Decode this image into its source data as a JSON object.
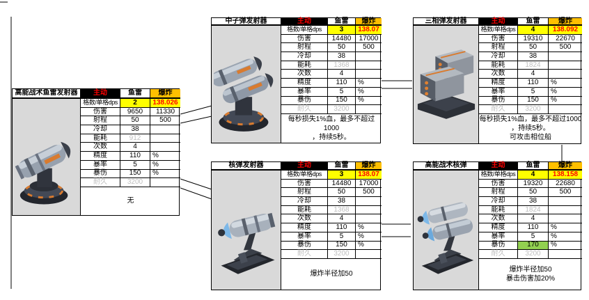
{
  "colors": {
    "active_text": "#FF0000",
    "active_bg": "#000000",
    "explosion_header_bg": "#FFC000",
    "dps_cell_bg": "#FFFF00",
    "crit_cell_bg": "#92D050",
    "muted_text": "#BFBFBF",
    "image_cell_bg": "#D9D9D9"
  },
  "header_labels": {
    "active": "主动",
    "torpedo": "鱼雷",
    "explosion": "爆炸"
  },
  "tables": [
    {
      "id": "high-energy-tactical-torpedo-launcher",
      "title": "高能战术鱼雷发射器",
      "image": "single-torpedo-turret",
      "rows": [
        {
          "label": "格数/单格dps",
          "v1": "2",
          "v2": "138.026",
          "hl": "dps"
        },
        {
          "label": "伤害",
          "v1": "9650",
          "v2": "11330"
        },
        {
          "label": "射程",
          "v1": "50",
          "v2": "500"
        },
        {
          "label": "冷却",
          "v1": "38",
          "v2": ""
        },
        {
          "label": "能耗",
          "v1": "912",
          "v2": "",
          "hl": "muted-value"
        },
        {
          "label": "次数",
          "v1": "4",
          "v2": ""
        },
        {
          "label": "精度",
          "v1": "110",
          "v2": "%"
        },
        {
          "label": "暴率",
          "v1": "5",
          "v2": "%"
        },
        {
          "label": "暴伤",
          "v1": "150",
          "v2": "%"
        },
        {
          "label": "耐久",
          "v1": "3200",
          "v2": "",
          "hl": "muted-row"
        }
      ],
      "note_lines": [
        "无"
      ]
    },
    {
      "id": "neutron-bomb-launcher",
      "title": "中子弹发射器",
      "image": "double-torpedo-turret",
      "rows": [
        {
          "label": "格数/单格dps",
          "v1": "3",
          "v2": "138.07",
          "hl": "dps"
        },
        {
          "label": "伤害",
          "v1": "14480",
          "v2": "17000"
        },
        {
          "label": "射程",
          "v1": "50",
          "v2": "500"
        },
        {
          "label": "冷却",
          "v1": "38",
          "v2": ""
        },
        {
          "label": "能耗",
          "v1": "1368",
          "v2": "",
          "hl": "muted-value"
        },
        {
          "label": "次数",
          "v1": "4",
          "v2": ""
        },
        {
          "label": "精度",
          "v1": "110",
          "v2": "%"
        },
        {
          "label": "暴率",
          "v1": "5",
          "v2": "%"
        },
        {
          "label": "暴伤",
          "v1": "150",
          "v2": "%"
        },
        {
          "label": "耐久",
          "v1": "3200",
          "v2": "",
          "hl": "muted-row"
        }
      ],
      "note_lines": [
        "每秒损失1%血，最多不超过1000",
        "，持续5秒。"
      ]
    },
    {
      "id": "three-phase-bomb-launcher",
      "title": "三相弹发射器",
      "image": "crate-launcher",
      "rows": [
        {
          "label": "格数/单格dps",
          "v1": "4",
          "v2": "138.092",
          "hl": "dps"
        },
        {
          "label": "伤害",
          "v1": "19310",
          "v2": "22670"
        },
        {
          "label": "射程",
          "v1": "50",
          "v2": "500"
        },
        {
          "label": "冷却",
          "v1": "38",
          "v2": ""
        },
        {
          "label": "能耗",
          "v1": "1824",
          "v2": "",
          "hl": "muted-value"
        },
        {
          "label": "次数",
          "v1": "4",
          "v2": ""
        },
        {
          "label": "精度",
          "v1": "110",
          "v2": "%"
        },
        {
          "label": "暴率",
          "v1": "5",
          "v2": "%"
        },
        {
          "label": "暴伤",
          "v1": "150",
          "v2": "%"
        },
        {
          "label": "耐久",
          "v1": "3200",
          "v2": "",
          "hl": "muted-row"
        }
      ],
      "note_lines": [
        "每秒损失1%血，最多不超过1000",
        "，持续5秒。",
        "可攻击相位船"
      ]
    },
    {
      "id": "nuclear-bomb-launcher",
      "title": "核弹发射器",
      "image": "single-missile-rack",
      "rows": [
        {
          "label": "格数/单格dps",
          "v1": "3",
          "v2": "138.07",
          "hl": "dps"
        },
        {
          "label": "伤害",
          "v1": "14480",
          "v2": "17000"
        },
        {
          "label": "射程",
          "v1": "50",
          "v2": "500"
        },
        {
          "label": "冷却",
          "v1": "38",
          "v2": ""
        },
        {
          "label": "能耗",
          "v1": "1368",
          "v2": "",
          "hl": "muted-value"
        },
        {
          "label": "次数",
          "v1": "4",
          "v2": ""
        },
        {
          "label": "精度",
          "v1": "110",
          "v2": "%"
        },
        {
          "label": "暴率",
          "v1": "5",
          "v2": "%"
        },
        {
          "label": "暴伤",
          "v1": "150",
          "v2": "%"
        },
        {
          "label": "耐久",
          "v1": "3200",
          "v2": "",
          "hl": "muted-row"
        }
      ],
      "note_lines": [
        "爆炸半径加50"
      ]
    },
    {
      "id": "high-energy-tactical-nuke",
      "title": "高能战术核弹",
      "image": "double-missile-rack",
      "rows": [
        {
          "label": "格数/单格dps",
          "v1": "4",
          "v2": "138.158",
          "hl": "dps"
        },
        {
          "label": "伤害",
          "v1": "19320",
          "v2": "22680"
        },
        {
          "label": "射程",
          "v1": "50",
          "v2": "500"
        },
        {
          "label": "冷却",
          "v1": "38",
          "v2": ""
        },
        {
          "label": "能耗",
          "v1": "1824",
          "v2": "",
          "hl": "muted-value"
        },
        {
          "label": "次数",
          "v1": "4",
          "v2": ""
        },
        {
          "label": "精度",
          "v1": "110",
          "v2": "%"
        },
        {
          "label": "暴率",
          "v1": "5",
          "v2": "%"
        },
        {
          "label": "暴伤",
          "v1": "170",
          "v2": "%",
          "hl": "green"
        },
        {
          "label": "耐久",
          "v1": "3200",
          "v2": "",
          "hl": "muted-row"
        }
      ],
      "note_lines": [
        "爆炸半径加50",
        "暴击伤害加20%"
      ]
    }
  ]
}
